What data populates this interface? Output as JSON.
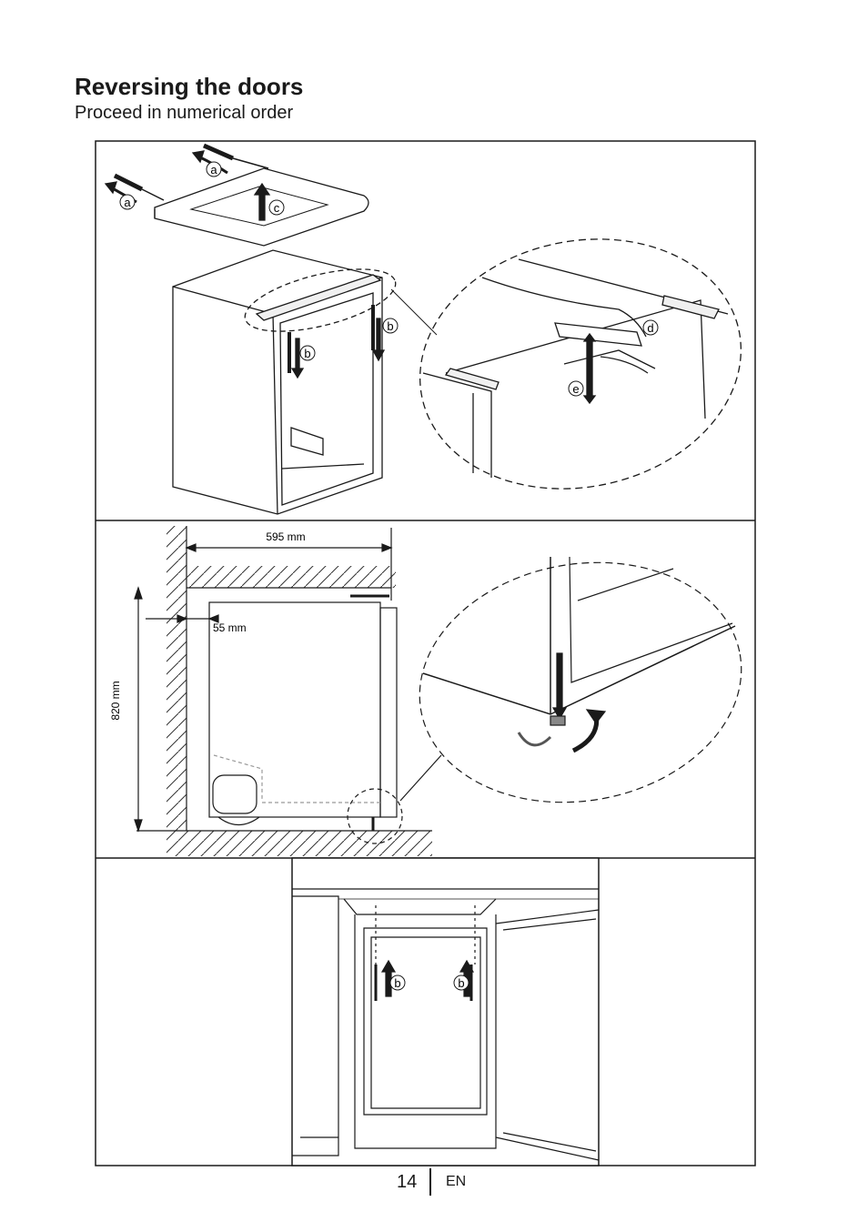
{
  "header": {
    "title": "Reversing the doors",
    "subtitle": "Proceed in numerical order"
  },
  "panel1": {
    "callouts": [
      "a",
      "a",
      "c",
      "b",
      "b",
      "d",
      "e"
    ]
  },
  "panel2": {
    "width_label": "595 mm",
    "gap_label": "55 mm",
    "height_label": "820 mm"
  },
  "panel3": {
    "callouts": [
      "b",
      "b"
    ]
  },
  "footer": {
    "page_number": "14",
    "language": "EN"
  }
}
